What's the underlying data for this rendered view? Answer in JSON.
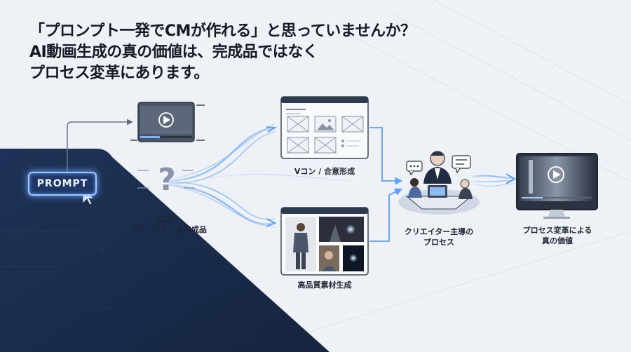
{
  "headline": {
    "line1": "「プロンプト一発でCMが作れる」と思っていませんか？",
    "line2": "AI動画生成の真の価値は、完成品ではなく",
    "line3": "プロセス変革にあります。"
  },
  "prompt_label": "PROMPT",
  "question_mark": "?",
  "illusion": {
    "line1": "幻想：",
    "line2": "プロンプト一発完成品"
  },
  "vcon_label": "Vコン / 合意形成",
  "assets_label": "高品質素材生成",
  "creator": {
    "line1": "クリエイター主導の",
    "line2": "プロセス"
  },
  "value": {
    "line1": "プロセス変革による",
    "line2": "真の価値"
  },
  "colors": {
    "navy": "#1b2d4f",
    "accent": "#5aa0ff",
    "glow": "#9fd0ff"
  }
}
